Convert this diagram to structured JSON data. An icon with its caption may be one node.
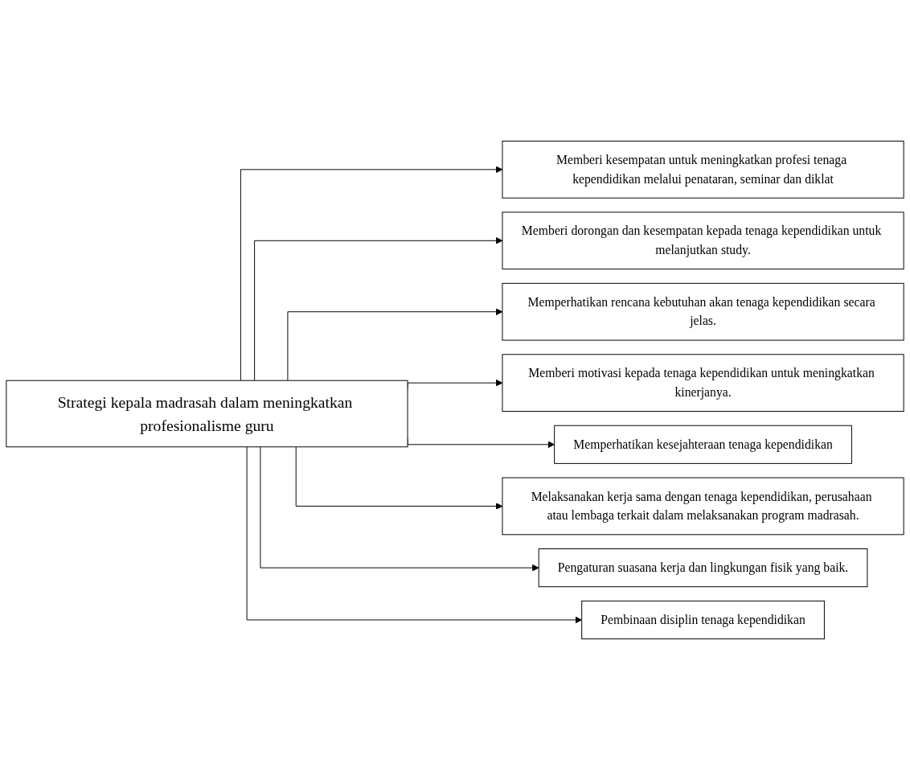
{
  "diagram": {
    "nodes": [
      {
        "text": [
          "Strategi kepala madrasah dalam meningkatkan profesionalisme guru"
        ]
      },
      {
        "text": [
          "Memberi kesempatan untuk meningkatkan profesi tenaga kependidikan melalui penataran, seminar dan diklat"
        ]
      },
      {
        "text": [
          "Memberi dorongan dan kesempatan kepada tenaga kependidikan untuk melanjutkan study."
        ]
      },
      {
        "text": [
          "Memperhatikan rencana kebutuhan akan tenaga kependidikan secara jelas."
        ]
      },
      {
        "text": [
          "Memberi motivasi kepada tenaga kependidikan untuk meningkatkan kinerjanya."
        ]
      },
      {
        "text": [
          "Memperhatikan kesejahteraan tenaga kependidikan"
        ]
      },
      {
        "text": [
          "Melaksanakan kerja sama dengan tenaga kependidikan, perusahaan atau lembaga terkait dalam melaksanakan program madrasah."
        ]
      },
      {
        "text": [
          "Pengaturan suasana kerja dan lingkungan fisik yang baik."
        ]
      },
      {
        "text": [
          "Pembinaan disiplin tenaga kependidikan"
        ]
      }
    ],
    "edges": [
      {
        "from": 0,
        "to": 1,
        "arrow": "to"
      },
      {
        "from": 0,
        "to": 2,
        "arrow": "to"
      },
      {
        "from": 0,
        "to": 3,
        "arrow": "to"
      },
      {
        "from": 0,
        "to": 4,
        "arrow": "to"
      },
      {
        "from": 0,
        "to": 5,
        "arrow": "to"
      },
      {
        "from": 0,
        "to": 6,
        "arrow": "to"
      },
      {
        "from": 0,
        "to": 7,
        "arrow": "to"
      },
      {
        "from": 0,
        "to": 8,
        "arrow": "to"
      }
    ]
  }
}
